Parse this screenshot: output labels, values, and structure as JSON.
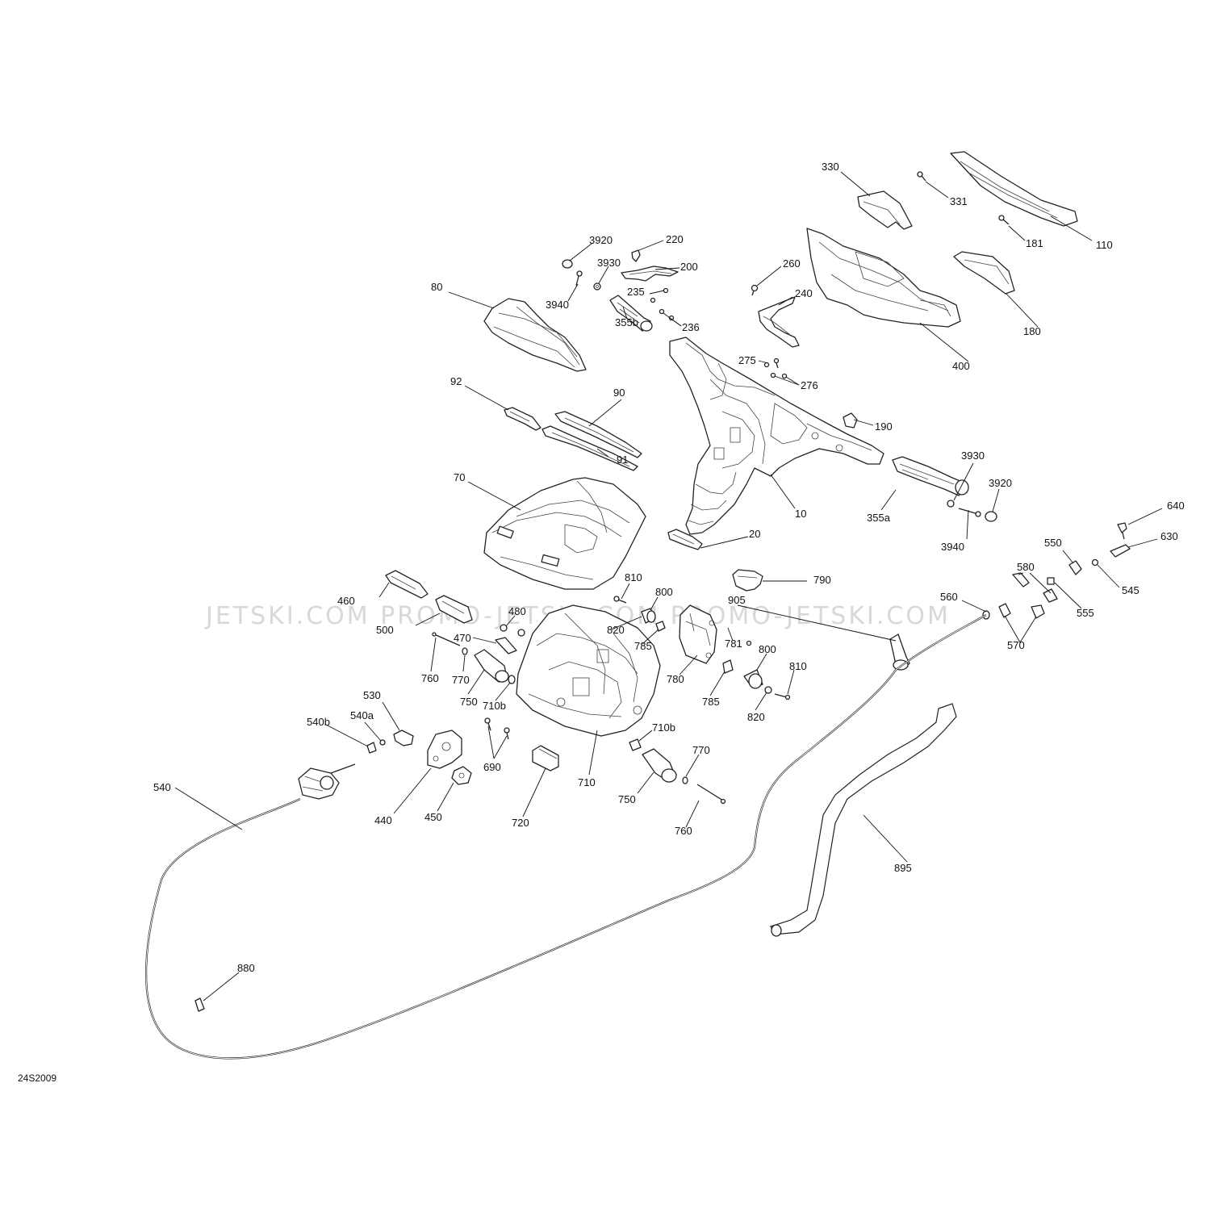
{
  "watermark": "JETSKI.COM    PROMO-JETSKI.COM    PROMO-JETSKI.COM",
  "diagram_code": "24S2009",
  "callouts": [
    {
      "id": "c330",
      "text": "330"
    },
    {
      "id": "c331",
      "text": "331"
    },
    {
      "id": "c110",
      "text": "110"
    },
    {
      "id": "c181",
      "text": "181"
    },
    {
      "id": "c180",
      "text": "180"
    },
    {
      "id": "c400",
      "text": "400"
    },
    {
      "id": "c260",
      "text": "260"
    },
    {
      "id": "c240",
      "text": "240"
    },
    {
      "id": "c3920a",
      "text": "3920"
    },
    {
      "id": "c220",
      "text": "220"
    },
    {
      "id": "c3930a",
      "text": "3930"
    },
    {
      "id": "c200",
      "text": "200"
    },
    {
      "id": "c235",
      "text": "235"
    },
    {
      "id": "c236",
      "text": "236"
    },
    {
      "id": "c80",
      "text": "80"
    },
    {
      "id": "c3940a",
      "text": "3940"
    },
    {
      "id": "c355b",
      "text": "355b"
    },
    {
      "id": "c275",
      "text": "275"
    },
    {
      "id": "c276",
      "text": "276"
    },
    {
      "id": "c92",
      "text": "92"
    },
    {
      "id": "c90",
      "text": "90"
    },
    {
      "id": "c190",
      "text": "190"
    },
    {
      "id": "c91",
      "text": "91"
    },
    {
      "id": "c3930b",
      "text": "3930"
    },
    {
      "id": "c3920b",
      "text": "3920"
    },
    {
      "id": "c70",
      "text": "70"
    },
    {
      "id": "c10",
      "text": "10"
    },
    {
      "id": "c355a",
      "text": "355a"
    },
    {
      "id": "c640",
      "text": "640"
    },
    {
      "id": "c20",
      "text": "20"
    },
    {
      "id": "c3940b",
      "text": "3940"
    },
    {
      "id": "c630",
      "text": "630"
    },
    {
      "id": "c550",
      "text": "550"
    },
    {
      "id": "c580",
      "text": "580"
    },
    {
      "id": "c545",
      "text": "545"
    },
    {
      "id": "c790",
      "text": "790"
    },
    {
      "id": "c810a",
      "text": "810"
    },
    {
      "id": "c800a",
      "text": "800"
    },
    {
      "id": "c460",
      "text": "460"
    },
    {
      "id": "c905",
      "text": "905"
    },
    {
      "id": "c560",
      "text": "560"
    },
    {
      "id": "c555",
      "text": "555"
    },
    {
      "id": "c480",
      "text": "480"
    },
    {
      "id": "c500",
      "text": "500"
    },
    {
      "id": "c820a",
      "text": "820"
    },
    {
      "id": "c785a",
      "text": "785"
    },
    {
      "id": "c781",
      "text": "781"
    },
    {
      "id": "c570",
      "text": "570"
    },
    {
      "id": "c470",
      "text": "470"
    },
    {
      "id": "c800b",
      "text": "800"
    },
    {
      "id": "c810b",
      "text": "810"
    },
    {
      "id": "c760a",
      "text": "760"
    },
    {
      "id": "c770a",
      "text": "770"
    },
    {
      "id": "c780",
      "text": "780"
    },
    {
      "id": "c750a",
      "text": "750"
    },
    {
      "id": "c785b",
      "text": "785"
    },
    {
      "id": "c710ba",
      "text": "710b"
    },
    {
      "id": "c820b",
      "text": "820"
    },
    {
      "id": "c530",
      "text": "530"
    },
    {
      "id": "c540b",
      "text": "540b"
    },
    {
      "id": "c540a",
      "text": "540a"
    },
    {
      "id": "c710bb",
      "text": "710b"
    },
    {
      "id": "c690",
      "text": "690"
    },
    {
      "id": "c770b",
      "text": "770"
    },
    {
      "id": "c710",
      "text": "710"
    },
    {
      "id": "c540",
      "text": "540"
    },
    {
      "id": "c750b",
      "text": "750"
    },
    {
      "id": "c440",
      "text": "440"
    },
    {
      "id": "c450",
      "text": "450"
    },
    {
      "id": "c720",
      "text": "720"
    },
    {
      "id": "c760b",
      "text": "760"
    },
    {
      "id": "c895",
      "text": "895"
    },
    {
      "id": "c880",
      "text": "880"
    }
  ]
}
